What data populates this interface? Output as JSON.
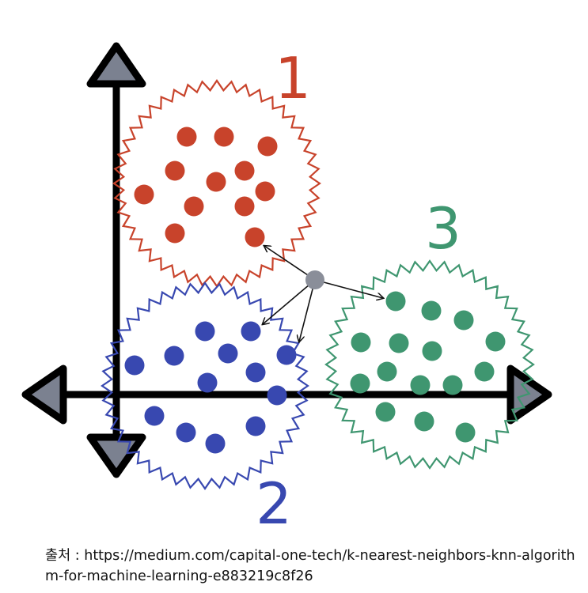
{
  "colors": {
    "cluster_1": "#c8432b",
    "cluster_2": "#3848b0",
    "cluster_3": "#3f9670",
    "axis": "#000000",
    "arrowhead_fill": "#7b8190",
    "query_point": "#8a8e99"
  },
  "clusters": [
    {
      "label": "1",
      "color": "#c8432b"
    },
    {
      "label": "2",
      "color": "#3848b0"
    },
    {
      "label": "3",
      "color": "#3f9670"
    }
  ],
  "caption": {
    "text": "출처 : https://medium.com/capital-one-tech/k-nearest-neighbors-knn-algorithm-for-machine-learning-e883219c8f26"
  }
}
